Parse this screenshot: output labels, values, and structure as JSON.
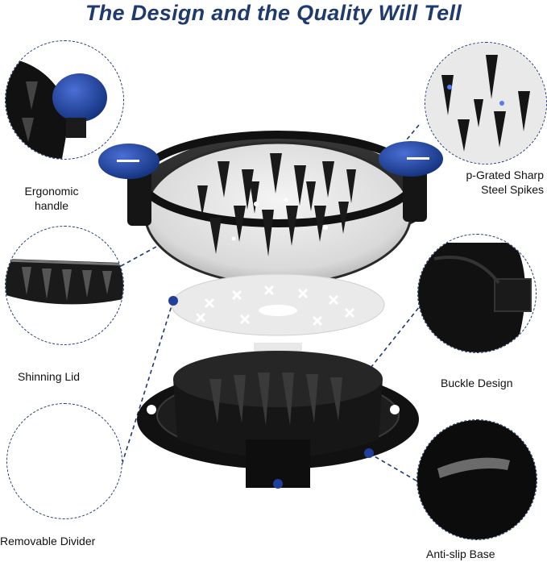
{
  "title": "The Design and the Quality Will Tell",
  "features": {
    "ergonomic_handle": "Ergonomic\nhandle",
    "shinning_lid": "Shinning Lid",
    "removable_divider": "Removable Divider",
    "spikes": "p-Grated Sharp\nSteel Spikes",
    "buckle": "Buckle Design",
    "anti_slip": "Anti-slip Base"
  },
  "colors": {
    "title": "#1f3a6e",
    "accent_blue": "#1f3f9a",
    "body_black": "#121212",
    "dash": "#1f3a6e"
  },
  "icons": [
    "handle-knob-icon",
    "spike-icon",
    "star-cutout-icon"
  ]
}
